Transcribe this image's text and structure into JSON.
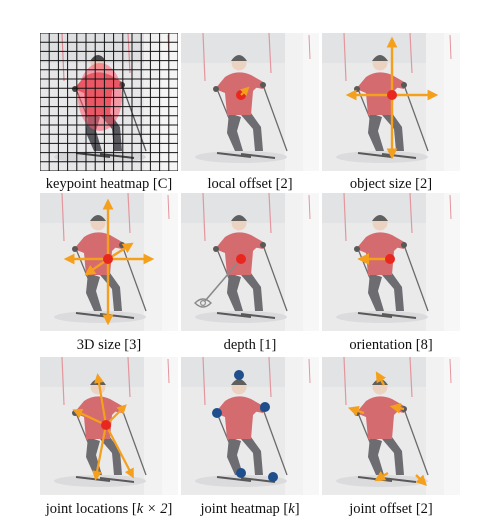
{
  "figure": {
    "panels": [
      {
        "id": "keypoint-heatmap",
        "caption": "keypoint heatmap [C]"
      },
      {
        "id": "local-offset",
        "caption": "local offset [2]"
      },
      {
        "id": "object-size",
        "caption": "object size [2]"
      },
      {
        "id": "3d-size",
        "caption": "3D size [3]"
      },
      {
        "id": "depth",
        "caption": "depth [1]"
      },
      {
        "id": "orientation",
        "caption": "orientation [8]"
      },
      {
        "id": "joint-locations",
        "caption_prefix": "joint locations [",
        "caption_math": "k × 2",
        "caption_suffix": "]"
      },
      {
        "id": "joint-heatmap",
        "caption_prefix": "joint heatmap [",
        "caption_math": "k",
        "caption_suffix": "]"
      },
      {
        "id": "joint-offset",
        "caption": "joint offset [2]"
      }
    ],
    "colors": {
      "arrow": "#f5a01c",
      "center_dot": "#e8281e",
      "joint_dot": "#1f4e8c",
      "grid": "#111111",
      "heat": "#ff5a6e"
    }
  }
}
